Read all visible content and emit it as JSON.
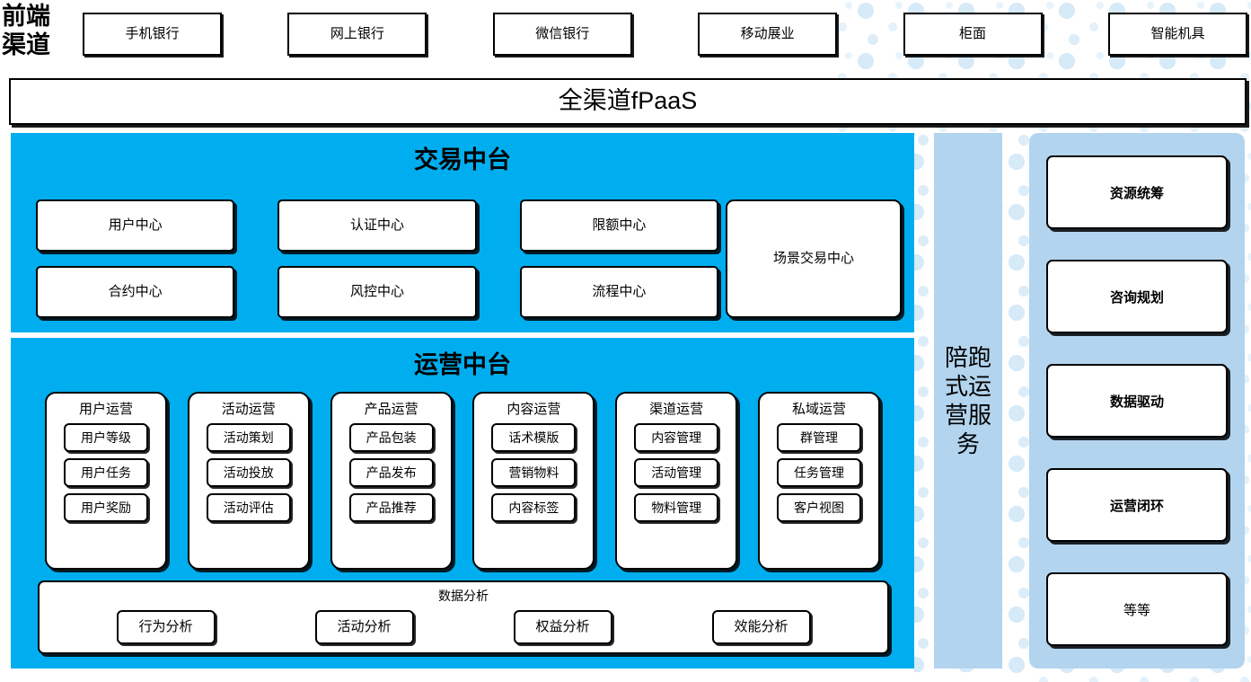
{
  "colors": {
    "cyan_panel": "#00AEEF",
    "light_blue_panel": "#B3D4EE",
    "box_fill": "#FFFFFF",
    "outline": "#000000",
    "dot_decor": "#D6EAF8"
  },
  "front_channel": {
    "label": "前端渠道",
    "label_line1": "前端",
    "label_line2": "渠道",
    "items": [
      {
        "label": "手机银行"
      },
      {
        "label": "网上银行"
      },
      {
        "label": "微信银行"
      },
      {
        "label": "移动展业"
      },
      {
        "label": "柜面"
      },
      {
        "label": "智能机具"
      }
    ]
  },
  "fpaas": {
    "label": "全渠道fPaaS"
  },
  "trade_center": {
    "title": "交易中台",
    "centers": [
      {
        "label": "用户中心"
      },
      {
        "label": "认证中心"
      },
      {
        "label": "限额中心"
      },
      {
        "label": "合约中心"
      },
      {
        "label": "风控中心"
      },
      {
        "label": "流程中心"
      }
    ],
    "scene": {
      "label": "场景交易中心"
    }
  },
  "ops_center": {
    "title": "运营中台",
    "columns": [
      {
        "title": "用户运营",
        "items": [
          "用户等级",
          "用户任务",
          "用户奖励"
        ]
      },
      {
        "title": "活动运营",
        "items": [
          "活动策划",
          "活动投放",
          "活动评估"
        ]
      },
      {
        "title": "产品运营",
        "items": [
          "产品包装",
          "产品发布",
          "产品推荐"
        ]
      },
      {
        "title": "内容运营",
        "items": [
          "话术模版",
          "营销物料",
          "内容标签"
        ]
      },
      {
        "title": "渠道运营",
        "items": [
          "内容管理",
          "活动管理",
          "物料管理"
        ]
      },
      {
        "title": "私域运营",
        "items": [
          "群管理",
          "任务管理",
          "客户视图"
        ]
      }
    ],
    "analysis": {
      "title": "数据分析",
      "items": [
        "行为分析",
        "活动分析",
        "权益分析",
        "效能分析"
      ]
    }
  },
  "service_strip": {
    "label": "陪跑式运营服务"
  },
  "capabilities": {
    "items": [
      {
        "label": "资源统筹",
        "bold": true
      },
      {
        "label": "咨询规划",
        "bold": true
      },
      {
        "label": "数据驱动",
        "bold": true
      },
      {
        "label": "运营闭环",
        "bold": true
      },
      {
        "label": "等等",
        "bold": false
      }
    ]
  }
}
